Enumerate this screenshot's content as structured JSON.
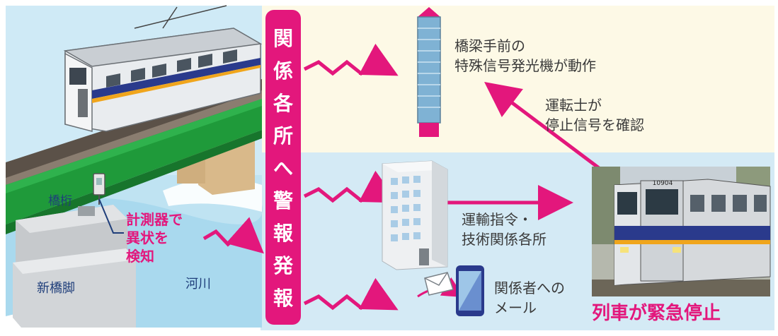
{
  "banner": {
    "chars": [
      "関",
      "係",
      "各",
      "所",
      "へ",
      "警",
      "報",
      "発",
      "報"
    ]
  },
  "labels": {
    "signal_line1": "橋梁手前の",
    "signal_line2": "特殊信号発光機が動作",
    "driver_line1": "運転士が",
    "driver_line2": "停止信号を確認",
    "command_line1": "運輸指令・",
    "command_line2": "技術関係各所",
    "mail_line1": "関係者への",
    "mail_line2": "メール",
    "emergency_stop": "列車が緊急停止",
    "sensor_line1": "計測器で",
    "sensor_line2": "異状を",
    "sensor_line3": "検知",
    "girder": "橋桁",
    "pier": "新橋脚",
    "river": "河川",
    "train_number": "10904"
  },
  "colors": {
    "accent_pink": "#e3177c",
    "cream_bg": "#fdf9e6",
    "light_blue_bg": "#d4eaf5",
    "girder_green": "#1f9a3a",
    "sensor_blue": "#1f3e7a"
  },
  "icons": [
    "signal-lamp-icon",
    "building-icon",
    "envelope-icon",
    "smartphone-icon",
    "train-icon",
    "sensor-icon"
  ]
}
